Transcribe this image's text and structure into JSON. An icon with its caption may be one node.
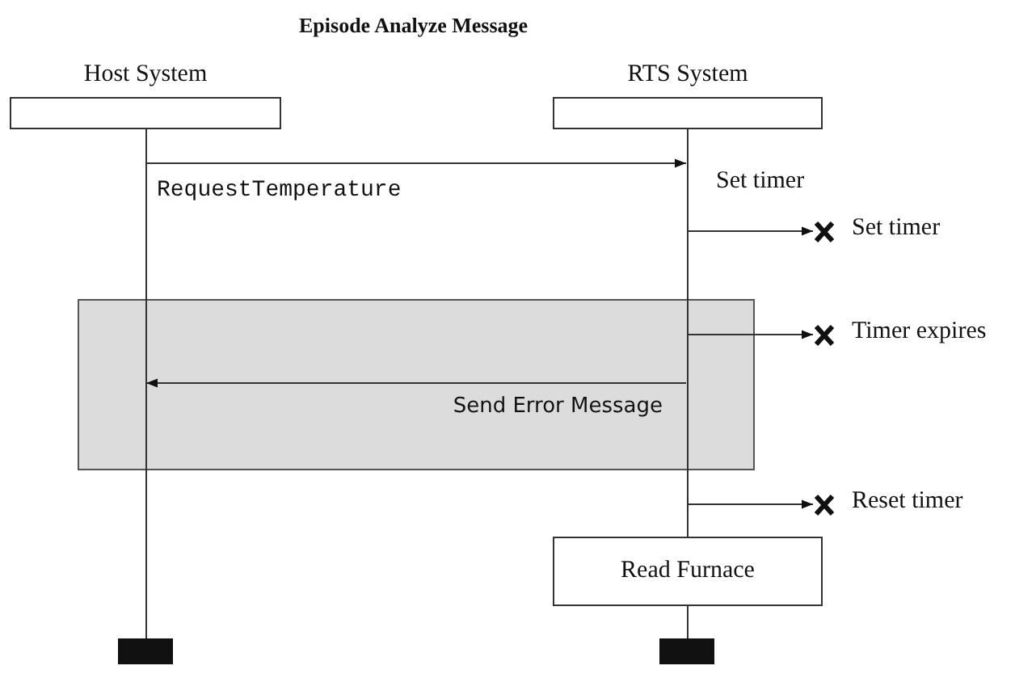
{
  "diagram": {
    "title": "Episode Analyze Message",
    "nodes": [
      {
        "text": [
          "Host System"
        ]
      },
      {
        "text": [
          "RTS System"
        ]
      },
      {
        "text": [
          "Read Furnace"
        ]
      },
      {
        "text": [],
        "shape": "bar"
      },
      {
        "text": [],
        "shape": "bar"
      },
      {
        "text": [],
        "shape": "cross",
        "beside": [
          "Set timer"
        ]
      },
      {
        "text": [],
        "shape": "cross",
        "beside": [
          "Timer expires"
        ]
      },
      {
        "text": [],
        "shape": "cross",
        "beside": [
          "Reset timer"
        ]
      },
      {
        "text": [],
        "shape": "line"
      },
      {
        "text": [],
        "shape": "line"
      },
      {
        "text": [],
        "shape": "line"
      }
    ],
    "edges": [
      {
        "from": 8,
        "to": 9,
        "arrow": "to",
        "label": "RequestTemperature"
      },
      {
        "from": 9,
        "to": 5,
        "arrow": "to"
      },
      {
        "from": 9,
        "to": 6,
        "arrow": "to"
      },
      {
        "from": 9,
        "to": 8,
        "arrow": "to",
        "label": "Send Error Message"
      },
      {
        "from": 9,
        "to": 7,
        "arrow": "to"
      }
    ],
    "labels": [
      "Set timer"
    ]
  }
}
